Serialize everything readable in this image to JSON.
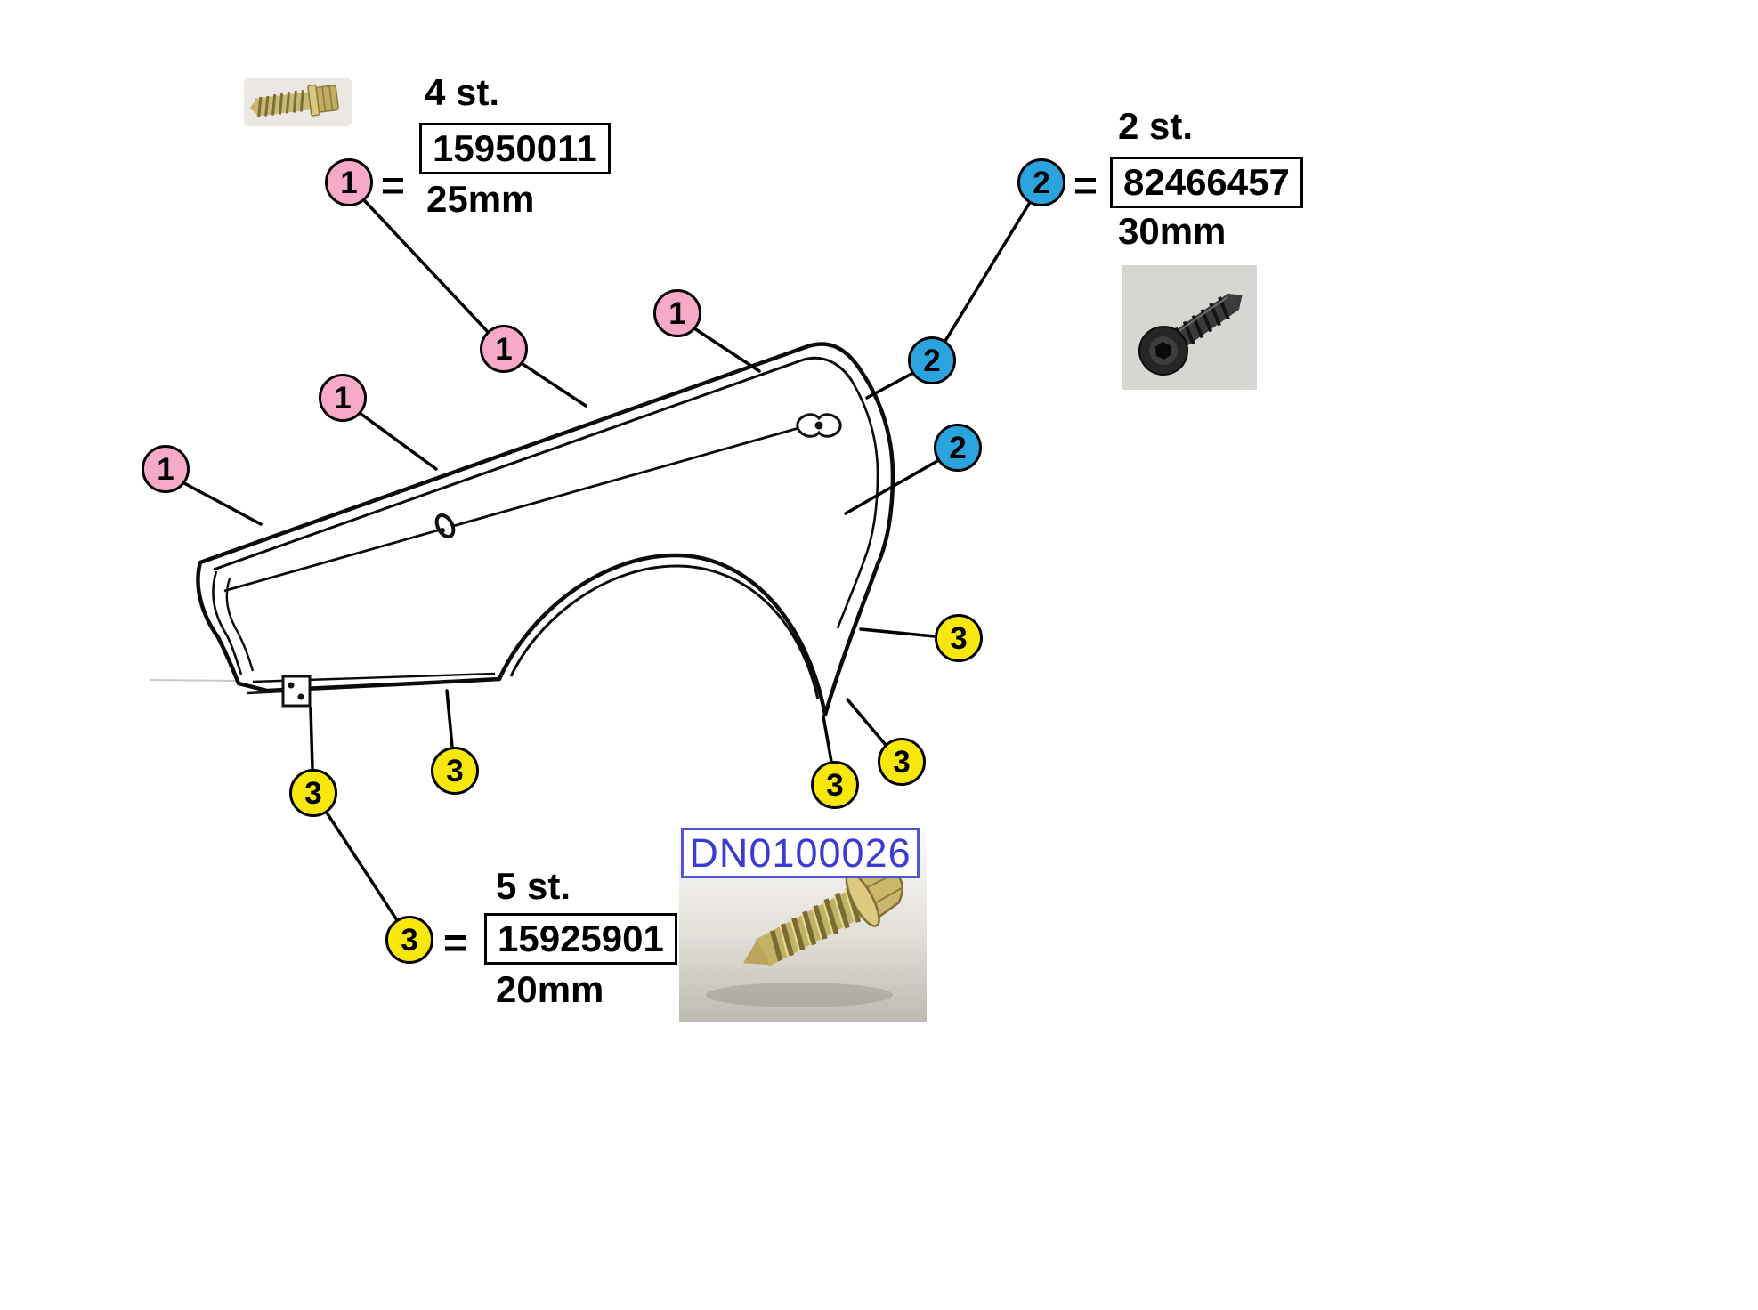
{
  "colors": {
    "pink": "#f7a9c8",
    "blue": "#2ba4de",
    "yellow": "#f7e70c",
    "dn_blue": "#3a3ad4",
    "line": "#000000"
  },
  "legend_1": {
    "badge": "1",
    "equals": "=",
    "count": "4 st.",
    "part_number": "15950011",
    "length": "25mm",
    "icon": "gold-hex-tapping-screw"
  },
  "legend_2": {
    "badge": "2",
    "equals": "=",
    "count": "2 st.",
    "part_number": "82466457",
    "length": "30mm",
    "icon": "black-torx-flange-screw"
  },
  "legend_3": {
    "badge": "3",
    "equals": "=",
    "count": "5 st.",
    "part_number": "15925901",
    "length": "20mm",
    "icon": "gold-hex-flange-screw-photo",
    "photo_label": "DN0100026"
  },
  "callouts": [
    {
      "label": "1",
      "color": "pink"
    },
    {
      "label": "1",
      "color": "pink"
    },
    {
      "label": "1",
      "color": "pink"
    },
    {
      "label": "1",
      "color": "pink"
    },
    {
      "label": "2",
      "color": "blue"
    },
    {
      "label": "2",
      "color": "blue"
    },
    {
      "label": "3",
      "color": "yellow"
    },
    {
      "label": "3",
      "color": "yellow"
    },
    {
      "label": "3",
      "color": "yellow"
    },
    {
      "label": "3",
      "color": "yellow"
    },
    {
      "label": "3",
      "color": "yellow"
    }
  ],
  "drawing": {
    "subject": "left-front-fender-line-drawing"
  }
}
